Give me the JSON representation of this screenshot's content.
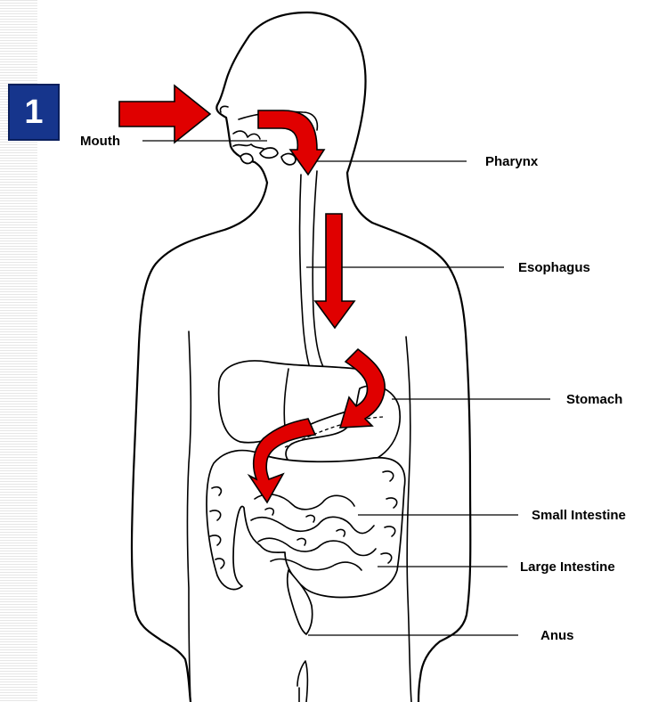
{
  "slide": {
    "number": "1",
    "badge_color": "#16358c",
    "arrow_color": "#e00000"
  },
  "labels": {
    "mouth": "Mouth",
    "pharynx": "Pharynx",
    "esophagus": "Esophagus",
    "stomach": "Stomach",
    "small_intestine": "Small Intestine",
    "large_intestine": "Large Intestine",
    "anus": "Anus"
  }
}
